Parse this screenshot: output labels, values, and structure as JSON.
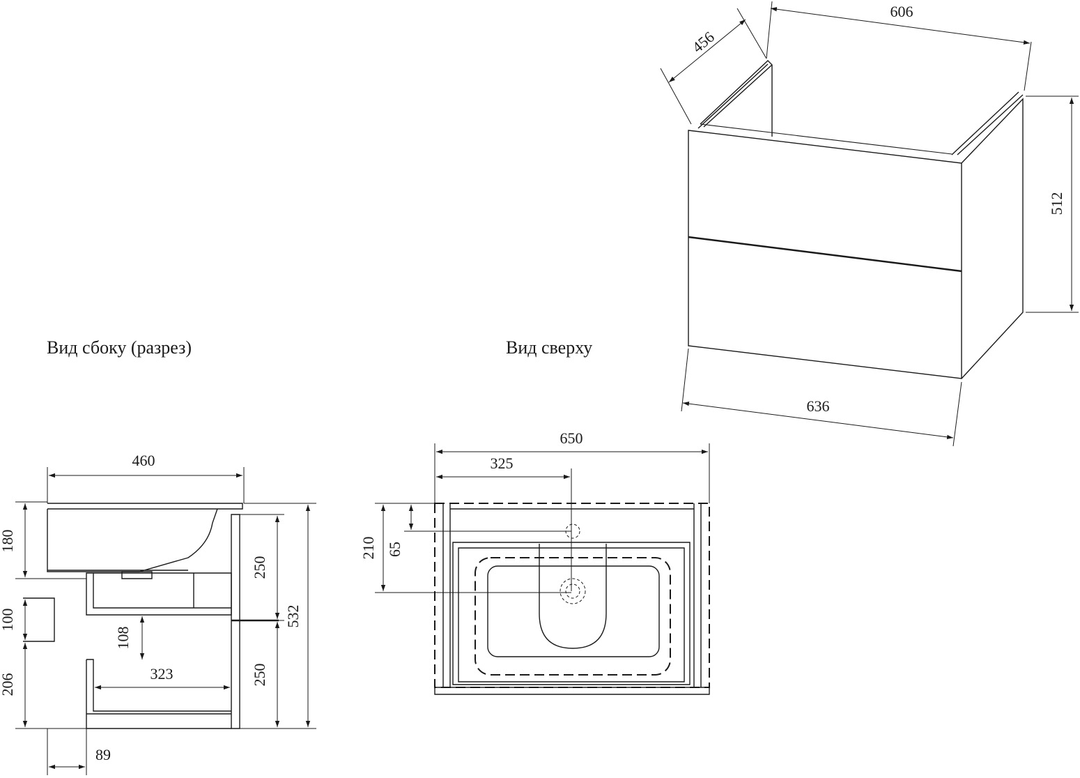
{
  "titles": {
    "side_view": "Вид сбоку (разрез)",
    "top_view": "Вид сверху"
  },
  "iso_view": {
    "depth": "456",
    "width_top": "606",
    "height": "512",
    "width_front": "636"
  },
  "side": {
    "depth": "460",
    "sink_height": "180",
    "gap_height": "100",
    "lower_height": "206",
    "drawer_upper": "250",
    "drawer_lower": "250",
    "total_height": "532",
    "drawer_gap": "108",
    "drawer_depth": "323",
    "offset": "89"
  },
  "top": {
    "width": "650",
    "half_width": "325",
    "depth_to_drain": "210",
    "depth_to_tap": "65"
  },
  "colors": {
    "line": "#1a1a1a",
    "background": "#ffffff"
  }
}
